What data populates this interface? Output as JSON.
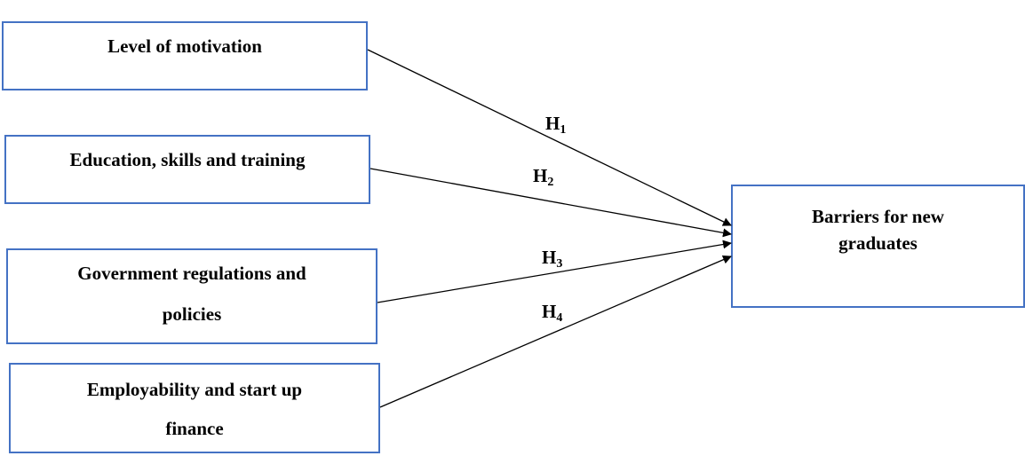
{
  "colors": {
    "box_border": "#4472c4",
    "arrow": "#000000"
  },
  "boxes": {
    "motivation": {
      "line1": "Level of motivation"
    },
    "education": {
      "line1": "Education, skills and training"
    },
    "government": {
      "line1": "Government regulations and",
      "line2": "policies"
    },
    "employability": {
      "line1": "Employability and start up",
      "line2": "finance"
    },
    "target": {
      "line1": "Barriers for new",
      "line2": "graduates"
    }
  },
  "hypotheses": [
    {
      "letter": "H",
      "sub": "1"
    },
    {
      "letter": "H",
      "sub": "2"
    },
    {
      "letter": "H",
      "sub": "3"
    },
    {
      "letter": "H",
      "sub": "4"
    }
  ]
}
